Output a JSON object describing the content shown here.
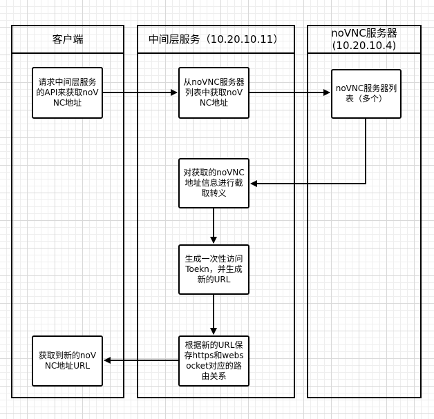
{
  "lanes": {
    "client": {
      "title": "客户端"
    },
    "middle": {
      "title": "中间层服务（10.20.10.11）"
    },
    "server": {
      "title": "noVNC服务器\n(10.20.10.4)"
    }
  },
  "nodes": {
    "request_api": "请求中间层服务的API来获取noVNC地址",
    "fetch_list": "从noVNC服务器列表中获取noVNC地址",
    "server_list": "noVNC服务器列表（多个）",
    "intercept": "对获取的noVNC地址信息进行截取转义",
    "gen_token": "生成一次性访问Toekn，并生成新的URL",
    "save_route": "根据新的URL保存https和websocket对应的路由关系",
    "get_new_url": "获取到新的noVNC地址URL"
  }
}
